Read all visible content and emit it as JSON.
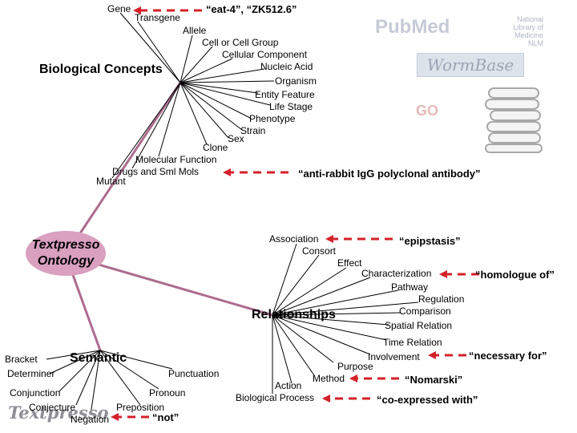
{
  "ontology_label": "Textpresso Ontology",
  "logos": {
    "pubmed": "PubMed",
    "nlm": "National Library of Medicine NLM",
    "wormbase": "WormBase",
    "go": "GO",
    "textpresso": "Textpresso"
  },
  "biological_concepts": {
    "title": "Biological Concepts",
    "terms": [
      "Gene",
      "Transgene",
      "Allele",
      "Cell or Cell Group",
      "Cellular Component",
      "Nucleic Acid",
      "Organism",
      "Entity Feature",
      "Life Stage",
      "Phenotype",
      "Strain",
      "Sex",
      "Clone",
      "Molecular Function",
      "Drugs and Sml Mols",
      "Mutant"
    ]
  },
  "relationships": {
    "title": "Relationships",
    "terms": [
      "Association",
      "Consort",
      "Effect",
      "Characterization",
      "Pathway",
      "Regulation",
      "Comparison",
      "Spatial Relation",
      "Time Relation",
      "Involvement",
      "Purpose",
      "Method",
      "Action",
      "Biological Process"
    ]
  },
  "semantic": {
    "title": "Semantic",
    "terms": [
      "Bracket",
      "Determiner",
      "Conjunction",
      "Conjecture",
      "Negation",
      "Preposition",
      "Pronoun",
      "Punctuation"
    ]
  },
  "examples": {
    "gene": "“eat-4”, “ZK512.6”",
    "antibody": "“anti-rabbit IgG polyclonal antibody”",
    "association": "“epipstasis”",
    "comparison": "“homologue of”",
    "involvement": "“necessary for”",
    "method": "“Nomarski”",
    "biological_process": "“co-expressed with”",
    "negation": "“not”"
  },
  "colors": {
    "branch": "#ad6b8e",
    "ontology_fill": "#d9a0c0",
    "arrow": "#d4212a",
    "line": "#000000"
  }
}
